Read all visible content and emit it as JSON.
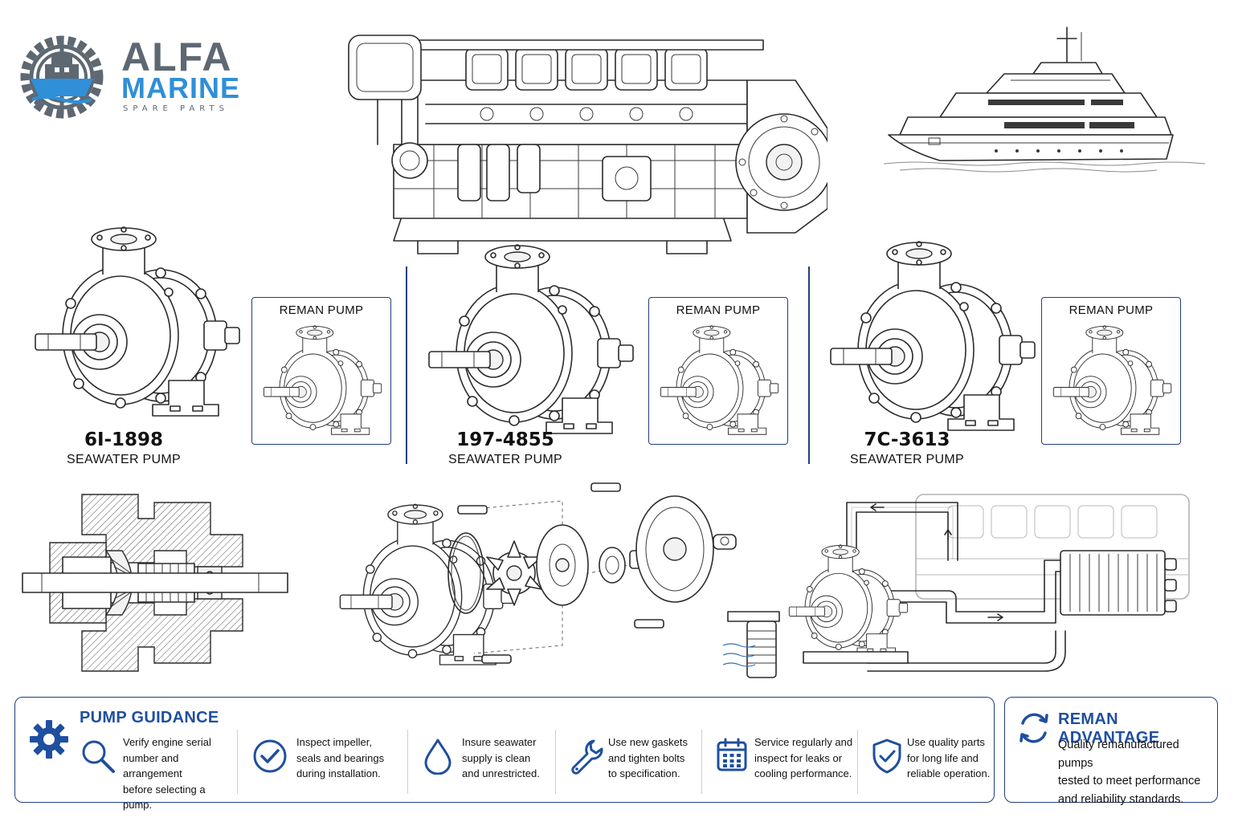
{
  "brand": {
    "name_line1": "ALFA",
    "name_line2": "MARINE",
    "tagline": "SPARE PARTS",
    "colors": {
      "gray": "#5d6872",
      "blue": "#2f8fd8",
      "navy": "#1f3f7a"
    },
    "icon": "ship-helm-gear-icon"
  },
  "pumps": [
    {
      "part_number": "6I-1898",
      "description": "SEAWATER PUMP",
      "reman_label": "REMAN PUMP"
    },
    {
      "part_number": "197-4855",
      "description": "SEAWATER PUMP",
      "reman_label": "REMAN PUMP"
    },
    {
      "part_number": "7C-3613",
      "description": "SEAWATER PUMP",
      "reman_label": "REMAN PUMP"
    }
  ],
  "guidance": {
    "title": "PUMP GUIDANCE",
    "icon": "gear-icon",
    "tips": [
      {
        "icon": "search-icon",
        "lines": [
          "Verify engine serial",
          "number and arrangement",
          "before selecting a pump."
        ]
      },
      {
        "icon": "check-circle-icon",
        "lines": [
          "Inspect impeller,",
          "seals and bearings",
          "during installation."
        ]
      },
      {
        "icon": "water-drop-icon",
        "lines": [
          "Insure seawater",
          "supply is clean",
          "and unrestricted."
        ]
      },
      {
        "icon": "wrench-icon",
        "lines": [
          "Use new gaskets",
          "and tighten bolts",
          "to specification."
        ]
      },
      {
        "icon": "calendar-icon",
        "lines": [
          "Service regularly and",
          "inspect for leaks or",
          "cooling performance."
        ]
      },
      {
        "icon": "shield-check-icon",
        "lines": [
          "Use quality parts",
          "for long life and",
          "reliable operation."
        ]
      }
    ]
  },
  "advantage": {
    "title": "REMAN ADVANTAGE",
    "icon": "recycle-arrows-icon",
    "lines": [
      "Quality remanufactured pumps",
      "tested to meet performance",
      "and reliability standards."
    ]
  }
}
